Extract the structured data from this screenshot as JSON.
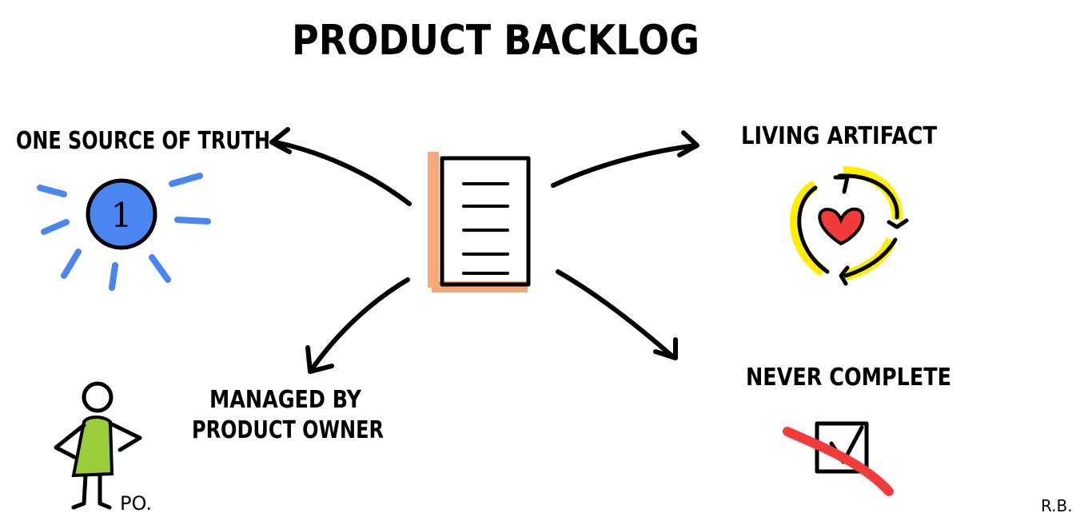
{
  "title": "PRODUCT BACKLOG",
  "nodes": {
    "truth": "ONE SOURCE OF TRUTH",
    "truth_badge": "1",
    "living": "LIVING ARTIFACT",
    "managed_line1": "MANAGED BY",
    "managed_line2": "PRODUCT OWNER",
    "po_label": "PO.",
    "never": "NEVER COMPLETE"
  },
  "signature": "R.B.",
  "colors": {
    "blue": "#4a86f0",
    "orange": "#f7a77a",
    "yellow": "#ffee00",
    "red": "#f23c3c",
    "green": "#9acd3c"
  }
}
